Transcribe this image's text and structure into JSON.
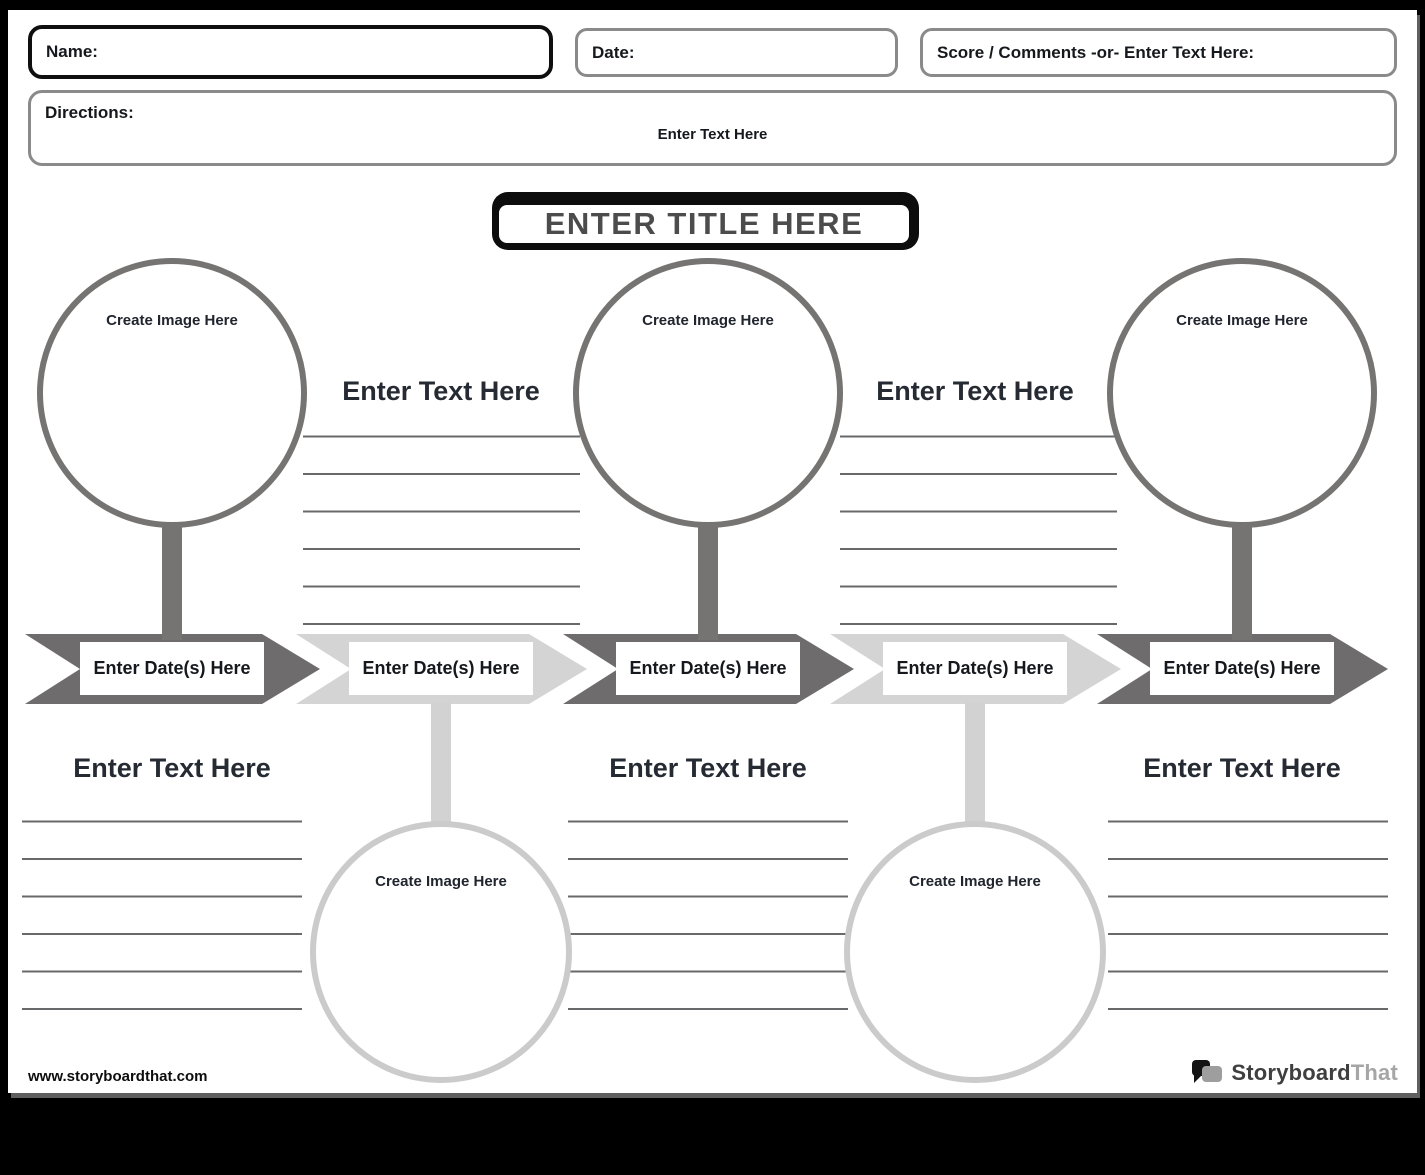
{
  "header": {
    "name_label": "Name:",
    "date_label": "Date:",
    "score_label": "Score / Comments -or- Enter Text Here:",
    "directions_label": "Directions:",
    "directions_text": "Enter Text Here"
  },
  "title": "ENTER TITLE HERE",
  "timeline": {
    "events": [
      {
        "date": "Enter Date(s) Here",
        "image_label": "Create Image Here",
        "text_heading": "Enter Text Here",
        "layout": "image-top"
      },
      {
        "date": "Enter Date(s) Here",
        "image_label": "Create Image Here",
        "text_heading": "Enter Text Here",
        "layout": "image-bottom"
      },
      {
        "date": "Enter Date(s) Here",
        "image_label": "Create Image Here",
        "text_heading": "Enter Text Here",
        "layout": "image-top"
      },
      {
        "date": "Enter Date(s) Here",
        "image_label": "Create Image Here",
        "text_heading": "Enter Text Here",
        "layout": "image-bottom"
      },
      {
        "date": "Enter Date(s) Here",
        "image_label": "Create Image Here",
        "text_heading": "Enter Text Here",
        "layout": "image-top"
      }
    ]
  },
  "footer": {
    "url": "www.storyboardthat.com",
    "brand_primary": "Storyboard",
    "brand_secondary": "That"
  },
  "colors": {
    "chevron_dark": "#6e6c6c",
    "chevron_light": "#d4d4d4",
    "circle_top_stroke": "#767472",
    "circle_bottom_stroke": "#cbcbcb",
    "ruled_line": "#68696b",
    "title_text": "#4c4c4c"
  }
}
